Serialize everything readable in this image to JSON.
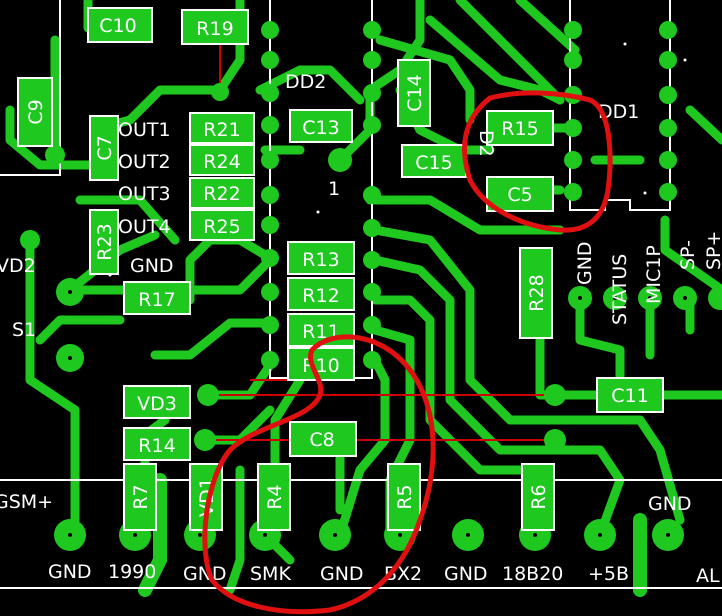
{
  "colors": {
    "background": "#000000",
    "trace": "#1ec81e",
    "silkscreen": "#ffffff",
    "red_trace": "#cc0000",
    "annotation": "#e01010"
  },
  "chips": {
    "dd2": "DD2",
    "dd1": "DD1",
    "dd2_pin1": "1",
    "dd1_partial": "D2"
  },
  "components": {
    "c10": "C10",
    "r19": "R19",
    "c9": "C9",
    "c7": "C7",
    "c13": "C13",
    "c14": "C14",
    "c15": "C15",
    "r15": "R15",
    "c5": "C5",
    "r21": "R21",
    "r24": "R24",
    "r22": "R22",
    "r25": "R25",
    "r23": "R23",
    "r13": "R13",
    "r12": "R12",
    "r11": "R11",
    "r10": "R10",
    "r17": "R17",
    "vd3": "VD3",
    "r14": "R14",
    "c8": "C8",
    "r28": "R28",
    "c11": "C11",
    "r7": "R7",
    "vd1": "VD1",
    "r4": "R4",
    "r5": "R5",
    "r6": "R6"
  },
  "labels": {
    "out1": "OUT1",
    "out2": "OUT2",
    "out3": "OUT3",
    "out4": "OUT4",
    "gnd_left": "GND",
    "vd2": "VD2",
    "s1": "S1",
    "gnd_right": "GND",
    "status": "STATUS",
    "mic1p": "MIC1P",
    "sp_minus": "SP-",
    "sp_plus": "SP+"
  },
  "connector": {
    "gsm_plus": "GSM+",
    "gnd_top_right": "GND",
    "pins": [
      "GND",
      "1990",
      "GND",
      "SMK",
      "GND",
      "BX2",
      "GND",
      "18B20",
      "+5B",
      "AL"
    ]
  }
}
